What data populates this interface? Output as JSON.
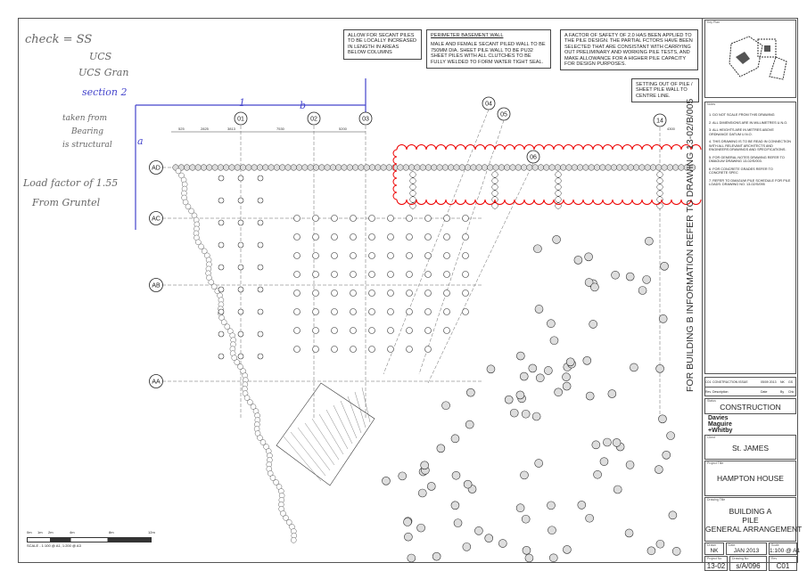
{
  "notes_boxes": {
    "secant": "ALLOW FOR SECANT PILES TO BE LOCALLY INCREASED IN LENGTH IN AREAS BELOW COLUMNS",
    "perimeter_title": "PERIMETER BASEMENT WALL",
    "perimeter": "MALE AND FEMALE SECANT PILED WALL TO BE 750mm DIA. SHEET PILE WALL TO BE PU32 SHEET PILES WITH ALL CLUTCHES TO BE FULLY WELDED TO FORM WATER TIGHT SEAL.",
    "safety": "A FACTOR OF SAFETY OF 2.0 HAS BEEN APPLIED TO THE PILE DESIGN. THE PARTIAL FCTORS HAVE BEEN SELECTED THAT ARE CONSISTANT WITH CARRYING OUT PRELIMINARY AND WORKING PILE TESTS, AND MAKE ALLOWANCE FOR A HIGHER PILE CAPACITY FOR DESIGN PURPOSES.",
    "setting_out": "SETTING OUT OF PILE / SHEET PILE WALL TO CENTRE LINE."
  },
  "handwriting": {
    "check": "check = SS",
    "ucs": "UCS",
    "ucs_gran": "UCS Gran",
    "load": "Load factor of 1.55",
    "from": "From Gruntel",
    "taken": "taken from",
    "boundary": "Bearing",
    "struct": "is structural",
    "section": "section 2",
    "a": "a",
    "b": "b",
    "one": "1"
  },
  "grid": {
    "cols": [
      "01",
      "02",
      "03",
      "04",
      "05",
      "06",
      "14"
    ],
    "rows": [
      "AD",
      "AC",
      "AB",
      "AA"
    ],
    "dims": [
      "525",
      "2825",
      "3813",
      "7530",
      "5200",
      "4300"
    ]
  },
  "vertical_note": "FOR BUILDING B INFORMATION REFER TO DRAWING 13-02/B/005",
  "scale_bar": {
    "ticks": [
      "0m",
      "1m",
      "2m",
      "4m",
      "8m",
      "12m"
    ],
    "caption": "SCALE - 1:100 @ A1, 1:200 @ A3"
  },
  "title_block": {
    "key_plan": "Key Plan",
    "notes_label": "Notes",
    "notes": [
      "1. DO NOT SCALE FROM THIS DRAWING",
      "2. ALL DIMENSIONS ARE IN MILLIMETRES U.N.O.",
      "3. ALL HEIGHTS ARE IN METRES ABOVE ORDNANCE DATUM U.N.O.",
      "4. THIS DRAWING IS TO BE READ IN CONNECTION WITH ALL RELEVANT ARCHITECTS AND ENGINEERS DRAWINGS AND SPECIFICATIONS.",
      "5. FOR GENERAL NOTES DRAWING REFER TO DMaguW DRAWING 13-02/S/003.",
      "6. FOR CONCRETE GRADES REFER TO CONCRETE SPEC",
      "7. REFER TO DMaguW PILE SCHEDULE FOR PILE LOADS: DRAWING No. 13-02/S/095"
    ],
    "revision": {
      "rev": "C01",
      "desc": "CONSTRUCTION ISSUE",
      "date": "05/09 2013",
      "by": "NK",
      "chk": "GS"
    },
    "rev_headers": {
      "rev": "Rev",
      "desc": "Description",
      "date": "Date",
      "by": "By",
      "chk": "Chk"
    },
    "status_label": "Status",
    "status": "CONSTRUCTION",
    "company": [
      "Davies",
      "Maguire",
      "+Whitby"
    ],
    "client_label": "Client",
    "client": "St. JAMES",
    "project_label": "Project Title",
    "project": "HAMPTON HOUSE",
    "drawing_label": "Drawing Title",
    "drawing_title": [
      "BUILDING A",
      "PILE",
      "GENERAL ARRANGEMENT"
    ],
    "drawn_label": "Drawn",
    "drawn": "NK",
    "date_label": "Date",
    "date": "JAN 2013",
    "scale_label": "Scale",
    "scale": "1:100 @ A1",
    "project_no_label": "Project No",
    "project_no": "13-02",
    "drawing_no_label": "Drawing No",
    "drawing_no": "s/A/096",
    "rev_label": "Rev",
    "rev": "C01"
  }
}
